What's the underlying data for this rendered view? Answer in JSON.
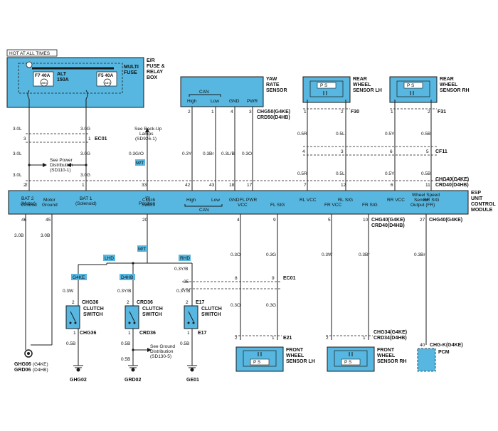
{
  "colors": {
    "box": "#57b7e0",
    "wire": "#1a1a1a",
    "label_bg": "#57b7e0"
  },
  "hot_label": "HOT AT ALL TIMES",
  "fuse_box": {
    "title_lines": [
      "E/R",
      "FUSE &",
      "RELAY",
      "BOX"
    ],
    "multi_fuse": [
      "MULTI",
      "FUSE"
    ],
    "f7": "F7 40A",
    "f5": "F5 40A",
    "alt_lines": [
      "ALT",
      "150A"
    ],
    "abs": "ABS"
  },
  "yaw": {
    "title_lines": [
      "YAW",
      "RATE",
      "SENSOR"
    ],
    "can": "CAN",
    "pins": [
      "High",
      "Low",
      "GND",
      "PWR"
    ],
    "pin_nums": [
      "2",
      "1",
      "4",
      "3"
    ],
    "connector_lines": [
      "CHG50(G4KE)",
      "CRD50(D4HB)"
    ]
  },
  "rear_lh": {
    "title_lines": [
      "REAR",
      "WHEEL",
      "SENSOR LH"
    ],
    "ps": "P  S",
    "pins": [
      "1",
      "2"
    ],
    "conn": "F30"
  },
  "rear_rh": {
    "title_lines": [
      "REAR",
      "WHEEL",
      "SENSOR RH"
    ],
    "ps": "P  S",
    "pins": [
      "1",
      "2"
    ],
    "conn": "F31"
  },
  "upper_wires": {
    "a": [
      "3.0L",
      "3",
      "3.0L",
      "2",
      "3.0L"
    ],
    "b": [
      "3.0G",
      "1",
      "3.0G",
      "3.0G"
    ],
    "ec01": "EC01",
    "power_dist": [
      "See Power",
      "Distribution",
      "(SD110-1)"
    ],
    "backup": [
      "See Back-Up",
      "Lamps",
      "(SD926-1)"
    ],
    "backup_wire": "0.3G/O",
    "mt": "M/T",
    "yaw_wires": [
      "0.3Y",
      "0.3Br",
      "0.3L/B",
      "0.3O"
    ],
    "rear_wires": [
      "0.5R",
      "0.5L",
      "0.5Y",
      "0.5B"
    ],
    "rear_pins_mid": [
      "4",
      "3",
      "6",
      "5"
    ],
    "cf11": "CF11"
  },
  "esp": {
    "title_lines": [
      "ESP",
      "UNIT",
      "CONTROL",
      "MODULE"
    ],
    "connector_top": [
      "CHG40(G4KE)",
      "CRD40(D4HB)"
    ],
    "top_pins": [
      "2",
      "1",
      "33",
      "42",
      "43",
      "18",
      "17",
      "7",
      "12",
      "6",
      "11"
    ],
    "top_labels": [
      "BAT 2",
      "(Motor)",
      "BAT 1",
      "(Solenoid)",
      "'R'",
      "Position",
      "High",
      "Low",
      "CAN",
      "GND",
      "PWR",
      "RL VCC",
      "RL SIG",
      "RR VCC",
      "RR SIG"
    ],
    "bottom_labels": [
      "Ground",
      "Motor",
      "Ground",
      "Clutch",
      "Switch",
      "FL",
      "VCC",
      "FL SIG",
      "FR VCC",
      "FR SIG",
      "Wheel Speed",
      "Sensor",
      "Output (FR)"
    ],
    "bottom_pins": [
      "46",
      "45",
      "20",
      "4",
      "9",
      "5",
      "10",
      "27"
    ],
    "connector_bottom": [
      "CHG40(G4KE)",
      "CRD40(D4HB)"
    ],
    "connector_pcm": "CHG40(G4KE)"
  },
  "lower": {
    "gnd_wires": [
      "3.0B",
      "3.0B"
    ],
    "mt": "M/T",
    "lhd": "LHD",
    "rhd": "RHD",
    "g4ke": "G4KE",
    "d4hb": "D4HB",
    "w_03w": "0.3W",
    "w_03yb": "0.3Y/B",
    "w_03yb2": "0.3Y/B",
    "w_03yb3": "0.3Y/B",
    "pin35": "35",
    "pin2": "2",
    "pin1": "1",
    "chg36": "CHG36",
    "crd36": "CRD36",
    "e17": "E17",
    "clutch": [
      "CLUTCH",
      "SWITCH"
    ],
    "w_05b": "0.5B",
    "see_ground": [
      "See Ground",
      "Distribution",
      "(SD130-5)"
    ],
    "ghg02": "GHG02",
    "grd02": "GRD02",
    "ge01": "GE01",
    "ghg06": "GHG06",
    "ghg06_suffix": "(G4KE)",
    "grd06": "GRD06",
    "grd06_suffix": "(D4HB)",
    "fl_wires": [
      "0.3O",
      "0.3G"
    ],
    "fl_pins": [
      "8",
      "9"
    ],
    "ec01": "EC01",
    "e21": "E21",
    "front_lh": [
      "FRONT",
      "WHEEL",
      "SENSOR LH"
    ],
    "front_rh": [
      "FRONT",
      "WHEEL",
      "SENSOR RH"
    ],
    "fr_wires": [
      "0.3W",
      "0.3Br"
    ],
    "chg34": [
      "CHG34(G4KE)",
      "CRD34(D4HB)"
    ],
    "ps": "P  S",
    "pcm_wire": "0.3Br",
    "pcm_pin": "40",
    "pcm_conn": "CHG-K(G4KE)",
    "pcm": "PCM"
  }
}
